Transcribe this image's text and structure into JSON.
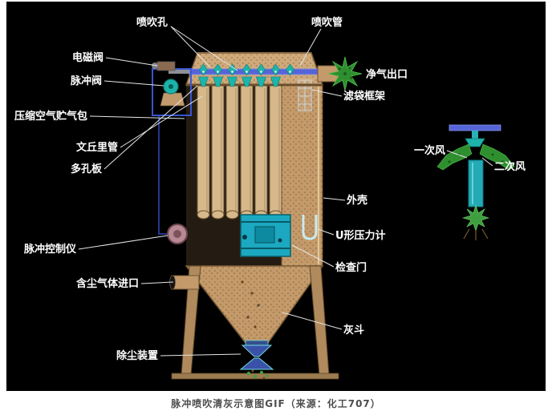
{
  "caption": "脉冲喷吹清灰示意图GIF（来源：化工707）",
  "labels": {
    "blow_hole": "喷吹孔",
    "blow_pipe": "喷吹管",
    "solenoid_valve": "电磁阀",
    "pulse_valve": "脉冲阀",
    "air_reservoir": "压缩空气贮气包",
    "venturi_tube": "文丘里管",
    "perforated_plate": "多孔板",
    "pulse_controller": "脉冲控制仪",
    "dusty_gas_inlet": "含尘气体进口",
    "dust_removal_device": "除尘装置",
    "clean_gas_outlet": "净气出口",
    "filter_bag_frame": "滤袋框架",
    "shell": "外壳",
    "u_pressure_gauge": "U形压力计",
    "inspection_door": "检查门",
    "ash_hopper": "灰斗",
    "primary_air": "一次风",
    "secondary_air": "二次风"
  },
  "colors": {
    "background": "#000000",
    "body_tan": "#c49a6a",
    "bag_tan": "#d6b88a",
    "pipe_blue": "#5565d8",
    "nozzle_teal": "#1db4aa",
    "door_teal": "#1ba8c0",
    "spray_green": "#2f8f2f",
    "controller_pink": "#b78a93",
    "label_text": "#ffffff",
    "caption_text": "#4d4d4d"
  }
}
